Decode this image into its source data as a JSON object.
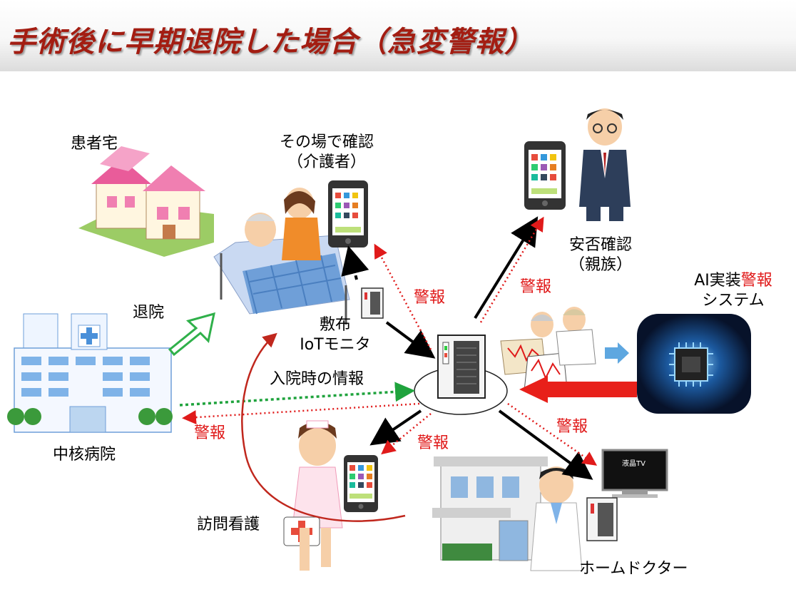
{
  "title": "手術後に早期退院した場合（急変警報）",
  "labels": {
    "patient_home": "患者宅",
    "confirm_line1": "その場で確認",
    "confirm_line2": "（介護者）",
    "futon_line1": "敷布",
    "futon_line2": "IoTモニタ",
    "safety_line1": "安否確認",
    "safety_line2": "（親族）",
    "ai_prefix": "AI実装",
    "ai_alert": "警報",
    "ai_line2": "システム",
    "discharge": "退院",
    "admission_info": "入院時の情報",
    "hospital": "中核病院",
    "visiting_nurse": "訪問看護",
    "home_doctor": "ホームドクター",
    "tv_label": "液晶TV"
  },
  "alerts": {
    "caregiver": "警報",
    "family": "警報",
    "hospital": "警報",
    "nurse": "警報",
    "doctor": "警報"
  },
  "colors": {
    "title": "#a31d12",
    "alert": "#e01a1a",
    "info": "#1fa33d",
    "arrow": "#000000",
    "nurse_curve": "#c0271d"
  }
}
